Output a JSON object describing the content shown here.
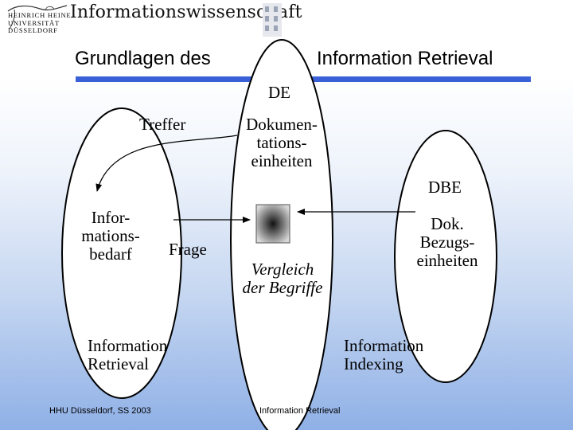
{
  "header": {
    "university_lines": [
      "HEINRICH HEINE",
      "UNIVERSITÄT",
      "DÜSSELDORF"
    ],
    "brand": "Informationswissenschaft"
  },
  "slide": {
    "title_left": "Grundlagen des",
    "title_right": "Information Retrieval"
  },
  "diagram": {
    "de_abbrev": "DE",
    "treffer": "Treffer",
    "dokumentationseinheiten": [
      "Dokumen-",
      "tations-",
      "einheiten"
    ],
    "dbe_abbrev": "DBE",
    "informationsbedarf": [
      "Infor-",
      "mations-",
      "bedarf"
    ],
    "frage": "Frage",
    "dok_bezugseinheiten": [
      "Dok.",
      "Bezugs-",
      "einheiten"
    ],
    "vergleich": [
      "Vergleich",
      "der Begriffe"
    ],
    "information_retrieval": [
      "Information",
      "Retrieval"
    ],
    "information_indexing": [
      "Information",
      "Indexing"
    ]
  },
  "footer": {
    "left": "HHU Düsseldorf, SS 2003",
    "center": "Information Retrieval"
  },
  "colors": {
    "title_rule": "#3a60d8",
    "background_bottom": "#8fb0e6"
  }
}
